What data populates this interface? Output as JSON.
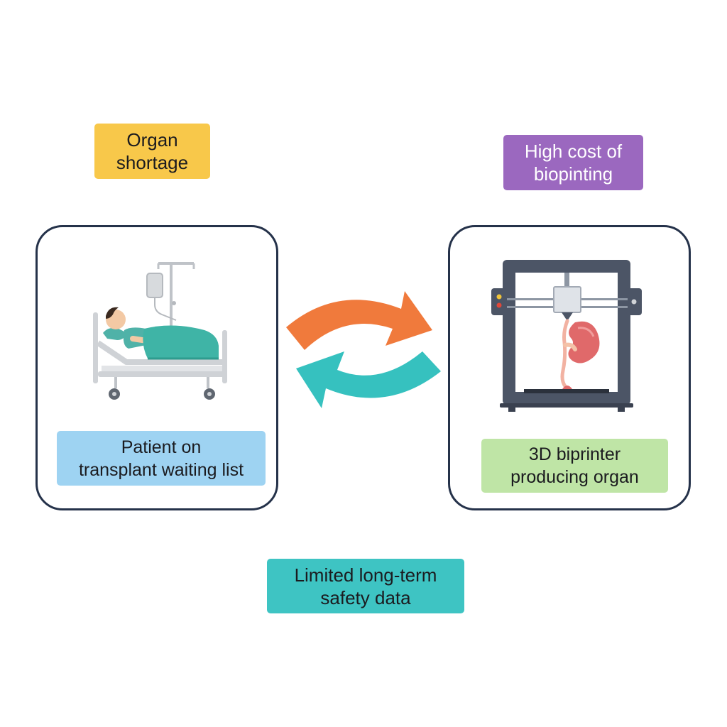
{
  "labels": {
    "organ_shortage": "Organ\nshortage",
    "high_cost": "High cost of\nbiopinting",
    "safety_data": "Limited long-term\nsafety data"
  },
  "panels": {
    "patient": {
      "caption": "Patient on\ntransplant waiting list"
    },
    "printer": {
      "caption": "3D biprinter\nproducing organ"
    }
  },
  "colors": {
    "organ_shortage": "#f8c84a",
    "high_cost": "#9b68bf",
    "safety_data": "#3ec4c3",
    "patient_caption": "#9ed3f2",
    "printer_caption": "#bfe5a6",
    "arrow_forward": "#f07a3c",
    "arrow_back": "#36c1bf",
    "panel_border": "#25324a"
  },
  "icons": {
    "patient": "patient-in-hospital-bed-icon",
    "printer": "3d-bioprinter-with-kidney-icon",
    "cycle": "cycle-arrows-icon"
  }
}
